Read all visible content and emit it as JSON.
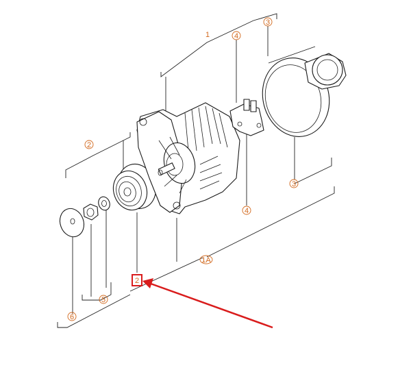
{
  "callouts": {
    "c1": "1",
    "c4_top": "4",
    "c3_top": "3",
    "c2_left": "2",
    "c3_right": "3",
    "c4_bottom": "4",
    "c1a": "1A",
    "c2_highlight": "2",
    "c5": "5",
    "c6": "6"
  },
  "highlight": {
    "target": "2",
    "color": "#d91c1c"
  },
  "colors": {
    "callout": "#d2691e",
    "line": "#1a1a1a",
    "highlight": "#d91c1c"
  }
}
